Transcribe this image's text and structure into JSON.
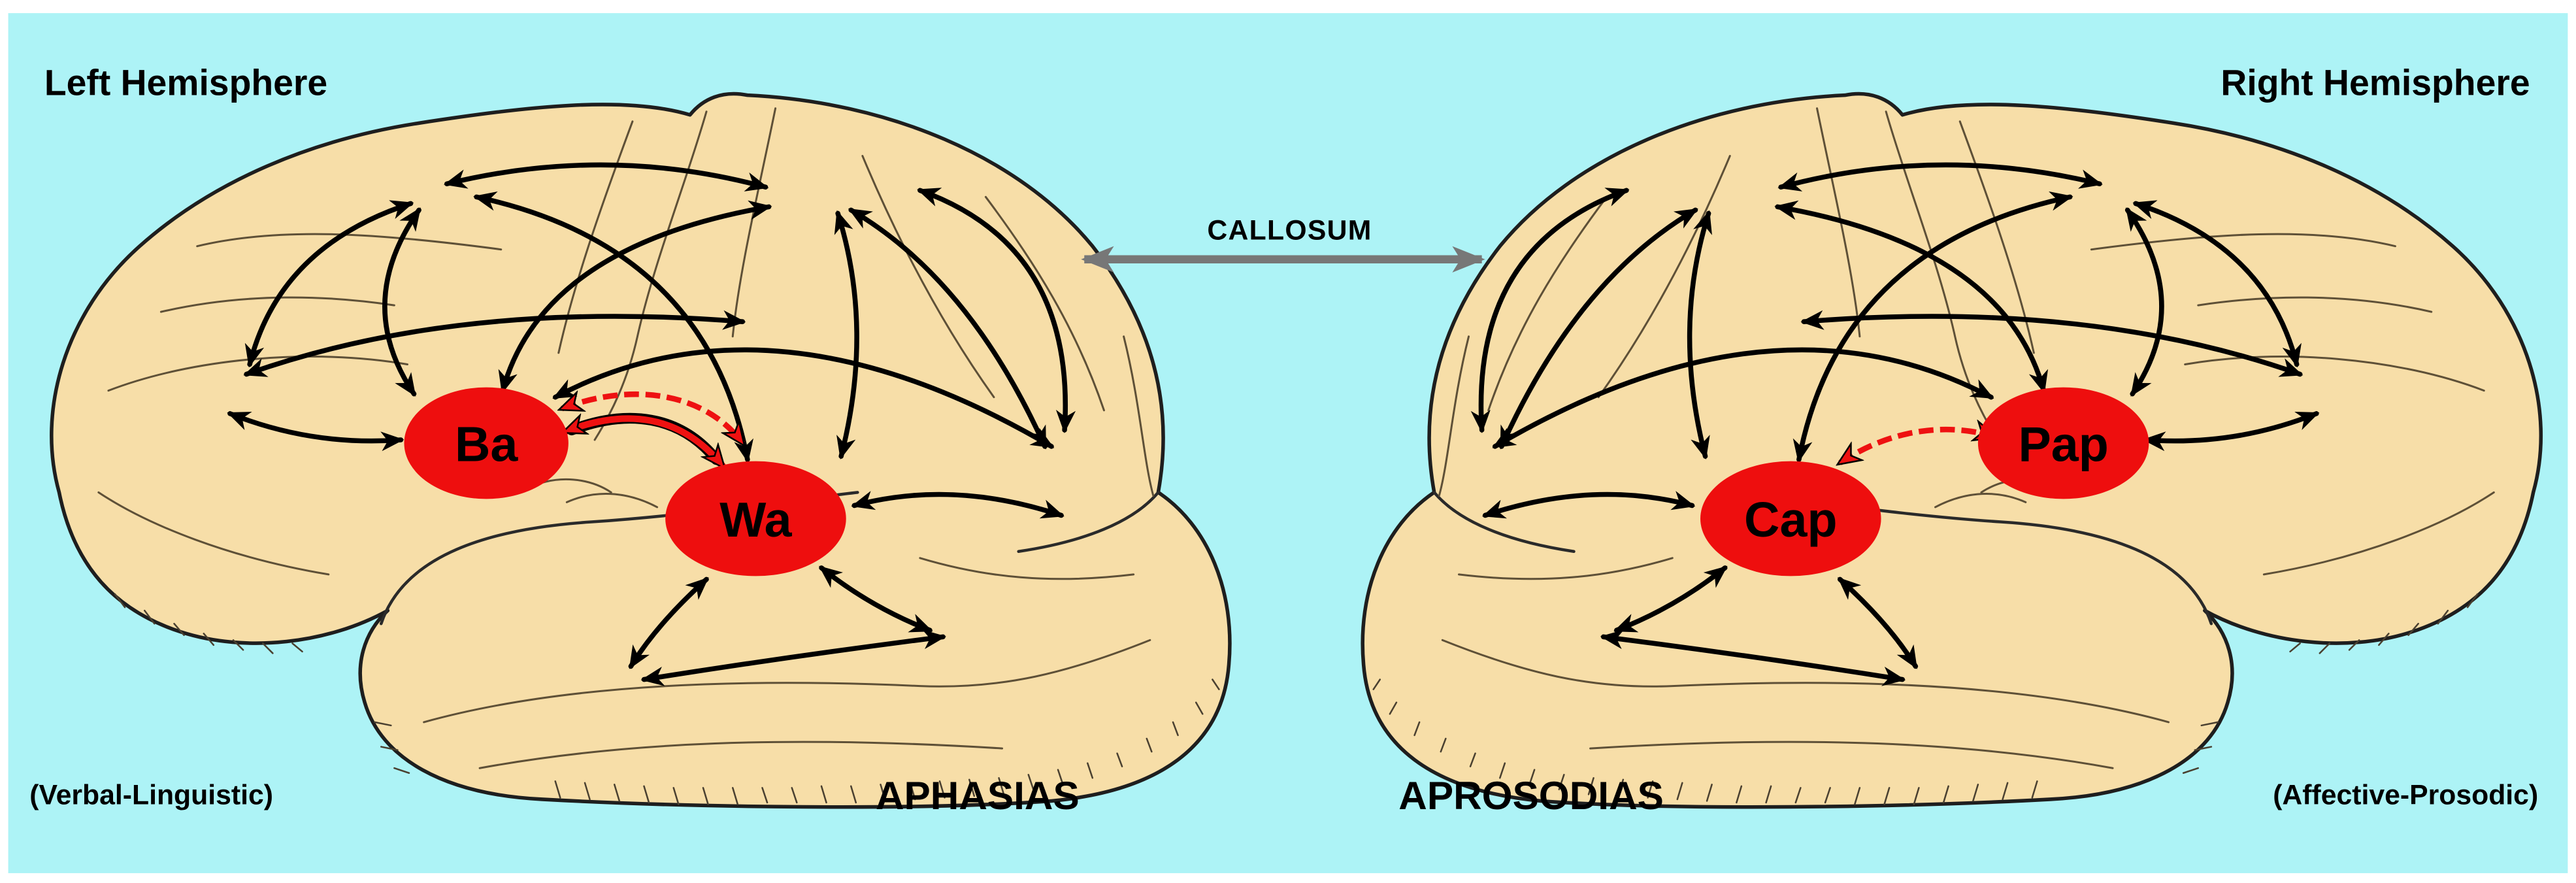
{
  "hemispheres": {
    "left": {
      "title": "Left Hemisphere",
      "function": "(Verbal-Linguistic)",
      "disorder": "APHASIAS",
      "nodes": [
        "Ba",
        "Wa"
      ]
    },
    "right": {
      "title": "Right Hemisphere",
      "function": "(Affective-Prosodic)",
      "disorder": "APROSODIAS",
      "nodes": [
        "Cap",
        "Pap"
      ]
    }
  },
  "connection": {
    "label": "CALLOSUM"
  },
  "colors": {
    "background": "#adf3f6",
    "brain": "#f7dea8",
    "node": "#ee0e0e",
    "arrow": "#000000",
    "callosum_arrow": "#777777"
  }
}
